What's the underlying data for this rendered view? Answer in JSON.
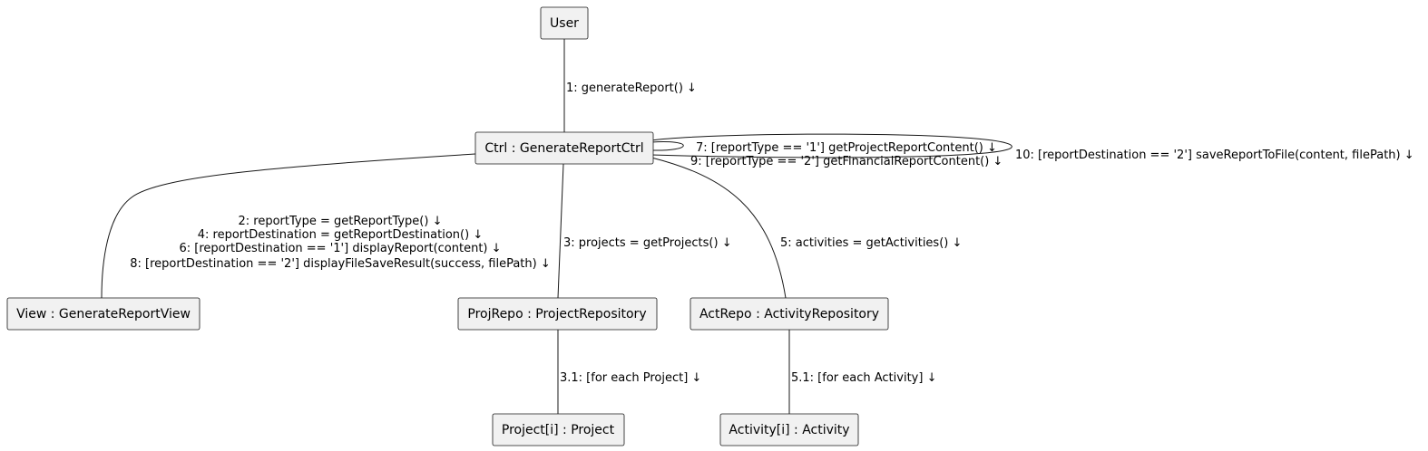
{
  "diagram": {
    "participants": {
      "user": "User",
      "ctrl": "Ctrl : GenerateReportCtrl",
      "view": "View : GenerateReportView",
      "projrepo": "ProjRepo : ProjectRepository",
      "actrepo": "ActRepo : ActivityRepository",
      "project": "Project[i] : Project",
      "activity": "Activity[i] : Activity"
    },
    "messages": {
      "m1": "1: generateReport() ↓",
      "m2": "2: reportType = getReportType() ↓",
      "m3": "3: projects = getProjects() ↓",
      "m3_1": "3.1: [for each Project] ↓",
      "m4": "4: reportDestination = getReportDestination() ↓",
      "m5": "5: activities = getActivities() ↓",
      "m5_1": "5.1: [for each Activity] ↓",
      "m6": "6: [reportDestination == '1'] displayReport(content) ↓",
      "m7": "7: [reportType == '1'] getProjectReportContent() ↓",
      "m8": "8: [reportDestination == '2'] displayFileSaveResult(success, filePath) ↓",
      "m9": "9: [reportType == '2'] getFinancialReportContent() ↓",
      "m10": "10: [reportDestination == '2'] saveReportToFile(content, filePath) ↓"
    }
  }
}
